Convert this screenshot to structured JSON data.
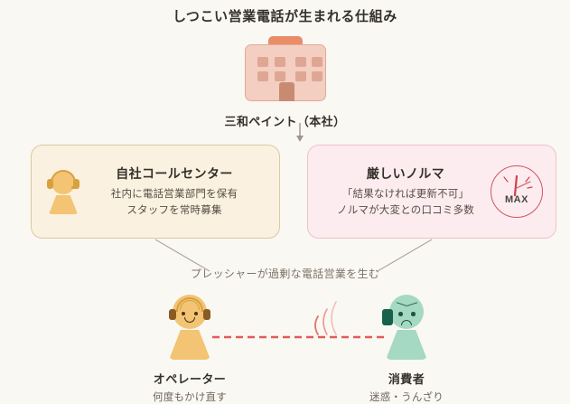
{
  "title": "しつこい営業電話が生まれる仕組み",
  "colors": {
    "background": "#faf8f3",
    "building_body": "#f3cec1",
    "building_roof": "#e98c67",
    "card_left_bg": "#faf1e0",
    "card_left_border": "#ddc8a4",
    "card_right_bg": "#fcecef",
    "card_right_border": "#eec2cb",
    "operator_amber": "#f2c473",
    "consumer_green": "#a5d9c3",
    "gauge_red": "#cf5563",
    "dashed_line_red": "#e25a5a",
    "connector_gray": "#b0a799",
    "text_dark": "#35302a",
    "text_muted": "#6e665c"
  },
  "hq": {
    "icon": "office-building-icon",
    "label": "三和ペイント（本社）",
    "arrow": "arrow-down-icon"
  },
  "cards": {
    "left": {
      "icon": "headset-operator-icon",
      "title": "自社コールセンター",
      "lines": [
        "社内に電話営業部門を保有",
        "スタッフを常時募集"
      ]
    },
    "right": {
      "icon": "gauge-max-icon",
      "gauge_label": "MAX",
      "title": "厳しいノルマ",
      "lines": [
        "「結果なければ更新不可」",
        "ノルマが大変との口コミ多数"
      ]
    }
  },
  "middle": {
    "caption": "プレッシャーが過剰な電話営業を生む"
  },
  "bottom": {
    "operator": {
      "icon": "operator-person-icon",
      "title": "オペレーター",
      "subtitle": "何度もかけ直す"
    },
    "consumer": {
      "icon": "annoyed-consumer-icon",
      "title": "消費者",
      "subtitle": "迷惑・うんざり"
    },
    "connection": {
      "icon": "dashed-call-line-icon",
      "waves_icon": "ringing-waves-icon"
    }
  }
}
